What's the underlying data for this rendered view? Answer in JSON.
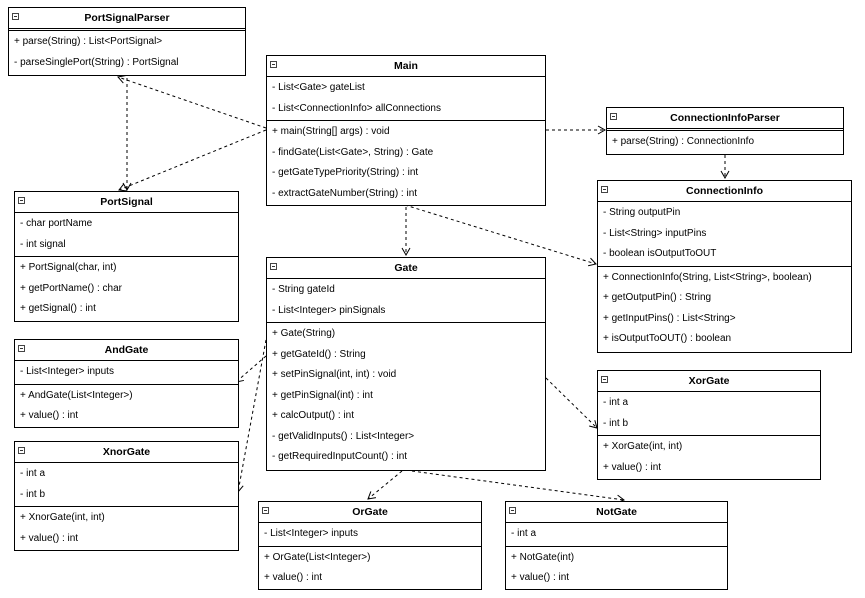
{
  "classes": {
    "portSignalParser": {
      "name": "PortSignalParser",
      "attributes": [],
      "methods": [
        "+ parse(String) : List<PortSignal>",
        "- parseSinglePort(String) : PortSignal"
      ]
    },
    "main": {
      "name": "Main",
      "attributes": [
        "- List<Gate> gateList",
        "- List<ConnectionInfo> allConnections"
      ],
      "methods": [
        "+ main(String[] args) : void",
        "- findGate(List<Gate>, String) : Gate",
        "- getGateTypePriority(String) : int",
        "- extractGateNumber(String) : int"
      ]
    },
    "connectionInfoParser": {
      "name": "ConnectionInfoParser",
      "attributes": [],
      "methods": [
        "+ parse(String) : ConnectionInfo"
      ]
    },
    "portSignal": {
      "name": "PortSignal",
      "attributes": [
        "- char portName",
        "- int signal"
      ],
      "methods": [
        "+ PortSignal(char, int)",
        "+ getPortName() : char",
        "+ getSignal() : int"
      ]
    },
    "connectionInfo": {
      "name": "ConnectionInfo",
      "attributes": [
        "- String outputPin",
        "- List<String> inputPins",
        "- boolean isOutputToOUT"
      ],
      "methods": [
        "+ ConnectionInfo(String, List<String>, boolean)",
        "+ getOutputPin() : String",
        "+ getInputPins() : List<String>",
        "+ isOutputToOUT() : boolean"
      ]
    },
    "gate": {
      "name": "Gate",
      "attributes": [
        "- String gateId",
        "- List<Integer> pinSignals"
      ],
      "methods": [
        "+ Gate(String)",
        "+ getGateId() : String",
        "+ setPinSignal(int, int) : void",
        "+ getPinSignal(int) : int",
        "+ calcOutput() : int",
        "- getValidInputs() : List<Integer>",
        "- getRequiredInputCount() : int"
      ]
    },
    "andGate": {
      "name": "AndGate",
      "attributes": [
        "- List<Integer> inputs"
      ],
      "methods": [
        "+ AndGate(List<Integer>)",
        "+ value() : int"
      ]
    },
    "xorGate": {
      "name": "XorGate",
      "attributes": [
        "- int a",
        "- int b"
      ],
      "methods": [
        "+ XorGate(int, int)",
        "+ value() : int"
      ]
    },
    "xnorGate": {
      "name": "XnorGate",
      "attributes": [
        "- int a",
        "- int b"
      ],
      "methods": [
        "+ XnorGate(int, int)",
        "+ value() : int"
      ]
    },
    "orGate": {
      "name": "OrGate",
      "attributes": [
        "- List<Integer> inputs"
      ],
      "methods": [
        "+ OrGate(List<Integer>)",
        "+ value() : int"
      ]
    },
    "notGate": {
      "name": "NotGate",
      "attributes": [
        "- int a"
      ],
      "methods": [
        "+ NotGate(int)",
        "+ value() : int"
      ]
    }
  }
}
